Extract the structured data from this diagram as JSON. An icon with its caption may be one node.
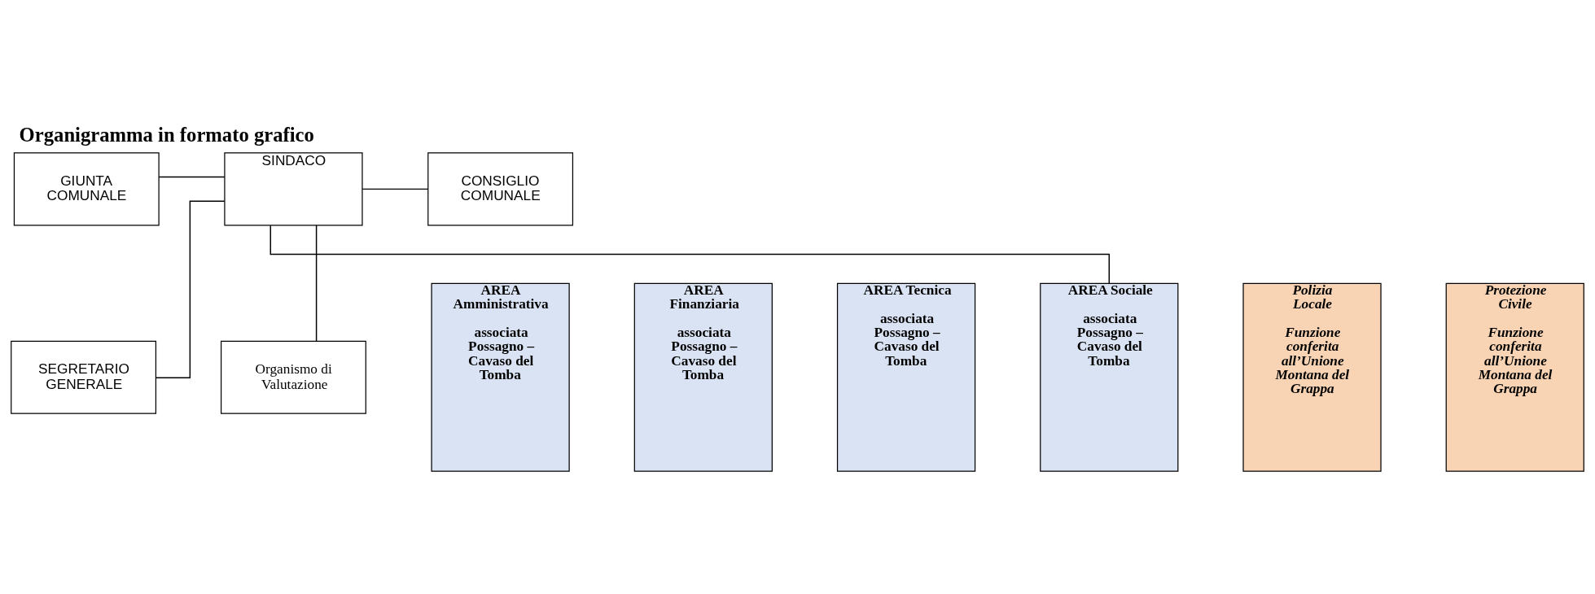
{
  "diagram": {
    "title": "Organigramma in formato grafico",
    "nodes": [
      {
        "text": [
          "GIUNTA COMUNALE"
        ]
      },
      {
        "text": [
          "SINDACO"
        ]
      },
      {
        "text": [
          "CONSIGLIO COMUNALE"
        ]
      },
      {
        "text": [
          "SEGRETARIO GENERALE"
        ]
      },
      {
        "text": [
          "Organismo di Valutazione"
        ]
      },
      {
        "text": [
          "AREA Amministrativa",
          "associata Possagno – Cavaso del Tomba"
        ]
      },
      {
        "text": [
          "AREA Finanziaria",
          "associata Possagno – Cavaso del Tomba"
        ]
      },
      {
        "text": [
          "AREA Tecnica",
          "associata Possagno – Cavaso del Tomba"
        ]
      },
      {
        "text": [
          "AREA Sociale",
          "associata Possagno – Cavaso del Tomba"
        ]
      },
      {
        "text": [
          "Polizia Locale",
          "Funzione conferita all’Unione Montana del Grappa"
        ]
      },
      {
        "text": [
          "Protezione Civile",
          "Funzione conferita all’Unione Montana del Grappa"
        ]
      }
    ],
    "edges": [
      {
        "from": 0,
        "to": 1,
        "arrow": "none"
      },
      {
        "from": 1,
        "to": 2,
        "arrow": "none"
      },
      {
        "from": 1,
        "to": 3,
        "arrow": "none"
      },
      {
        "from": 1,
        "to": 4,
        "arrow": "none"
      },
      {
        "from": 1,
        "to": 8,
        "arrow": "none"
      }
    ]
  }
}
